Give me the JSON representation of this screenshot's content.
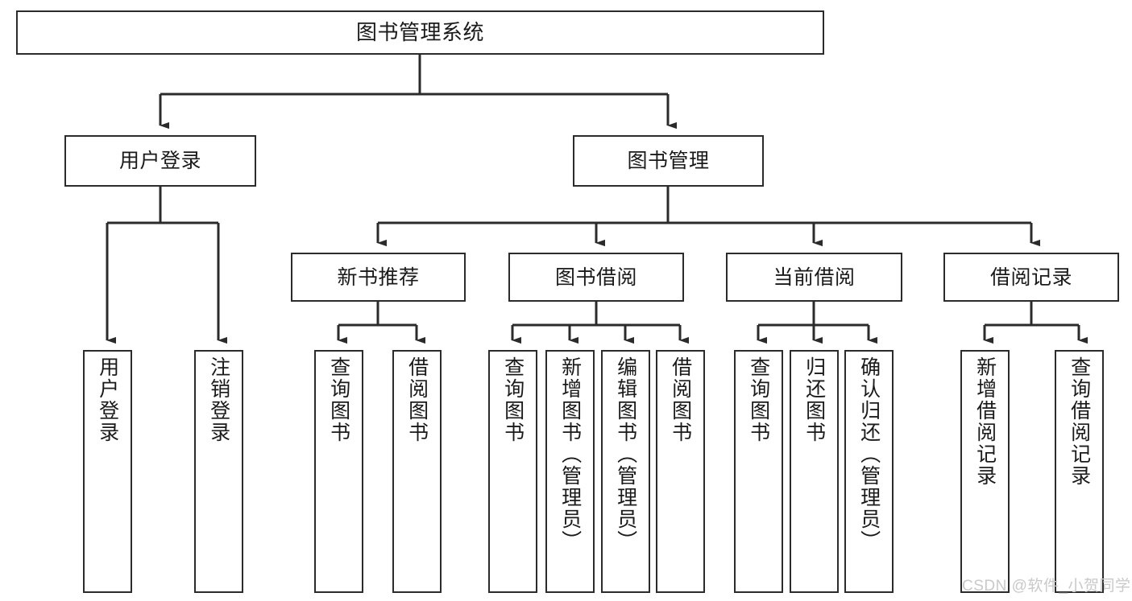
{
  "diagram": {
    "title": "图书管理系统",
    "type": "tree-hierarchy-chart",
    "background_color": "#ffffff",
    "line_color": "#2b2b2b",
    "text_color": "#1a1a1a"
  },
  "nodes": {
    "root": {
      "label": "图书管理系统",
      "level": 1
    },
    "l2": [
      {
        "label": "用户登录",
        "level": 2
      },
      {
        "label": "图书管理",
        "level": 2
      }
    ],
    "l3": [
      {
        "label": "新书推荐",
        "level": 3
      },
      {
        "label": "图书借阅",
        "level": 3
      },
      {
        "label": "当前借阅",
        "level": 3
      },
      {
        "label": "借阅记录",
        "level": 3
      }
    ],
    "leaves_user_login": [
      {
        "label": "用户登录",
        "level": 3
      },
      {
        "label": "注销登录",
        "level": 3
      }
    ],
    "leaves_new_books": [
      {
        "label": "查询图书",
        "level": 4
      },
      {
        "label": "借阅图书",
        "level": 4
      }
    ],
    "leaves_borrow": [
      {
        "label": "查询图书",
        "level": 4
      },
      {
        "label": "新增图书（管理员）",
        "level": 4
      },
      {
        "label": "编辑图书（管理员）",
        "level": 4
      },
      {
        "label": "借阅图书",
        "level": 4
      }
    ],
    "leaves_current": [
      {
        "label": "查询图书",
        "level": 4
      },
      {
        "label": "归还图书",
        "level": 4
      },
      {
        "label": "确认归还（管理员）",
        "level": 4
      }
    ],
    "leaves_records": [
      {
        "label": "新增借阅记录",
        "level": 4
      },
      {
        "label": "查询借阅记录",
        "level": 4
      }
    ]
  },
  "watermark": {
    "text": "CSDN @软件_小贺同学",
    "color": "#c9c9c9"
  }
}
